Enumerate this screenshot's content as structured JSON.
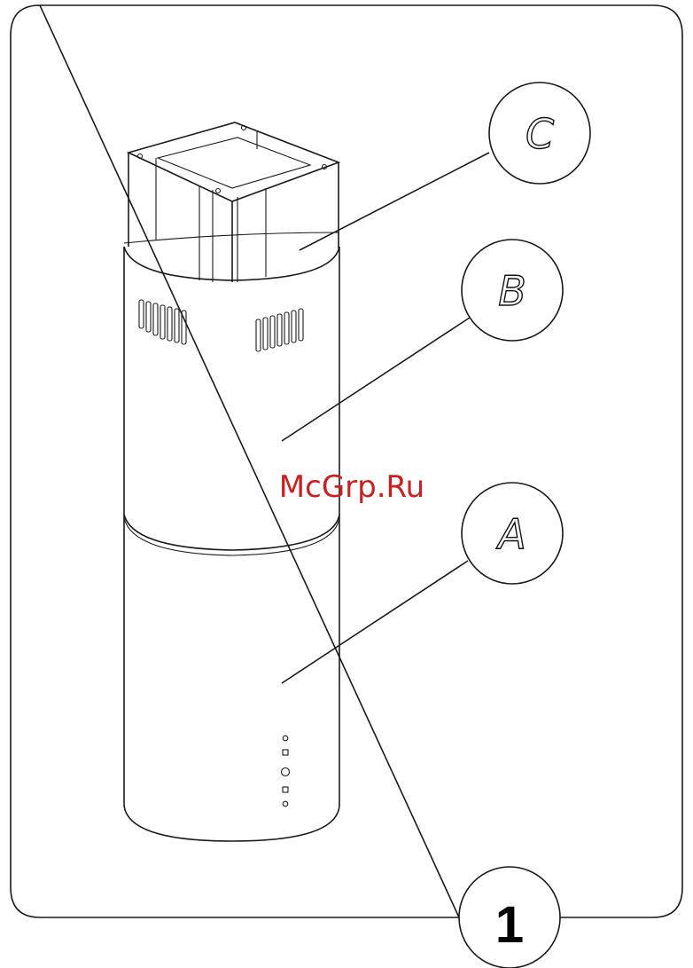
{
  "figure": {
    "number": "1",
    "watermark": "McGrp.Ru",
    "callouts": [
      {
        "id": "C",
        "label": "C"
      },
      {
        "id": "B",
        "label": "B"
      },
      {
        "id": "A",
        "label": "A"
      }
    ],
    "colors": {
      "line": "#1a1a1a",
      "watermark": "#cc1f1f",
      "background": "#ffffff"
    }
  }
}
